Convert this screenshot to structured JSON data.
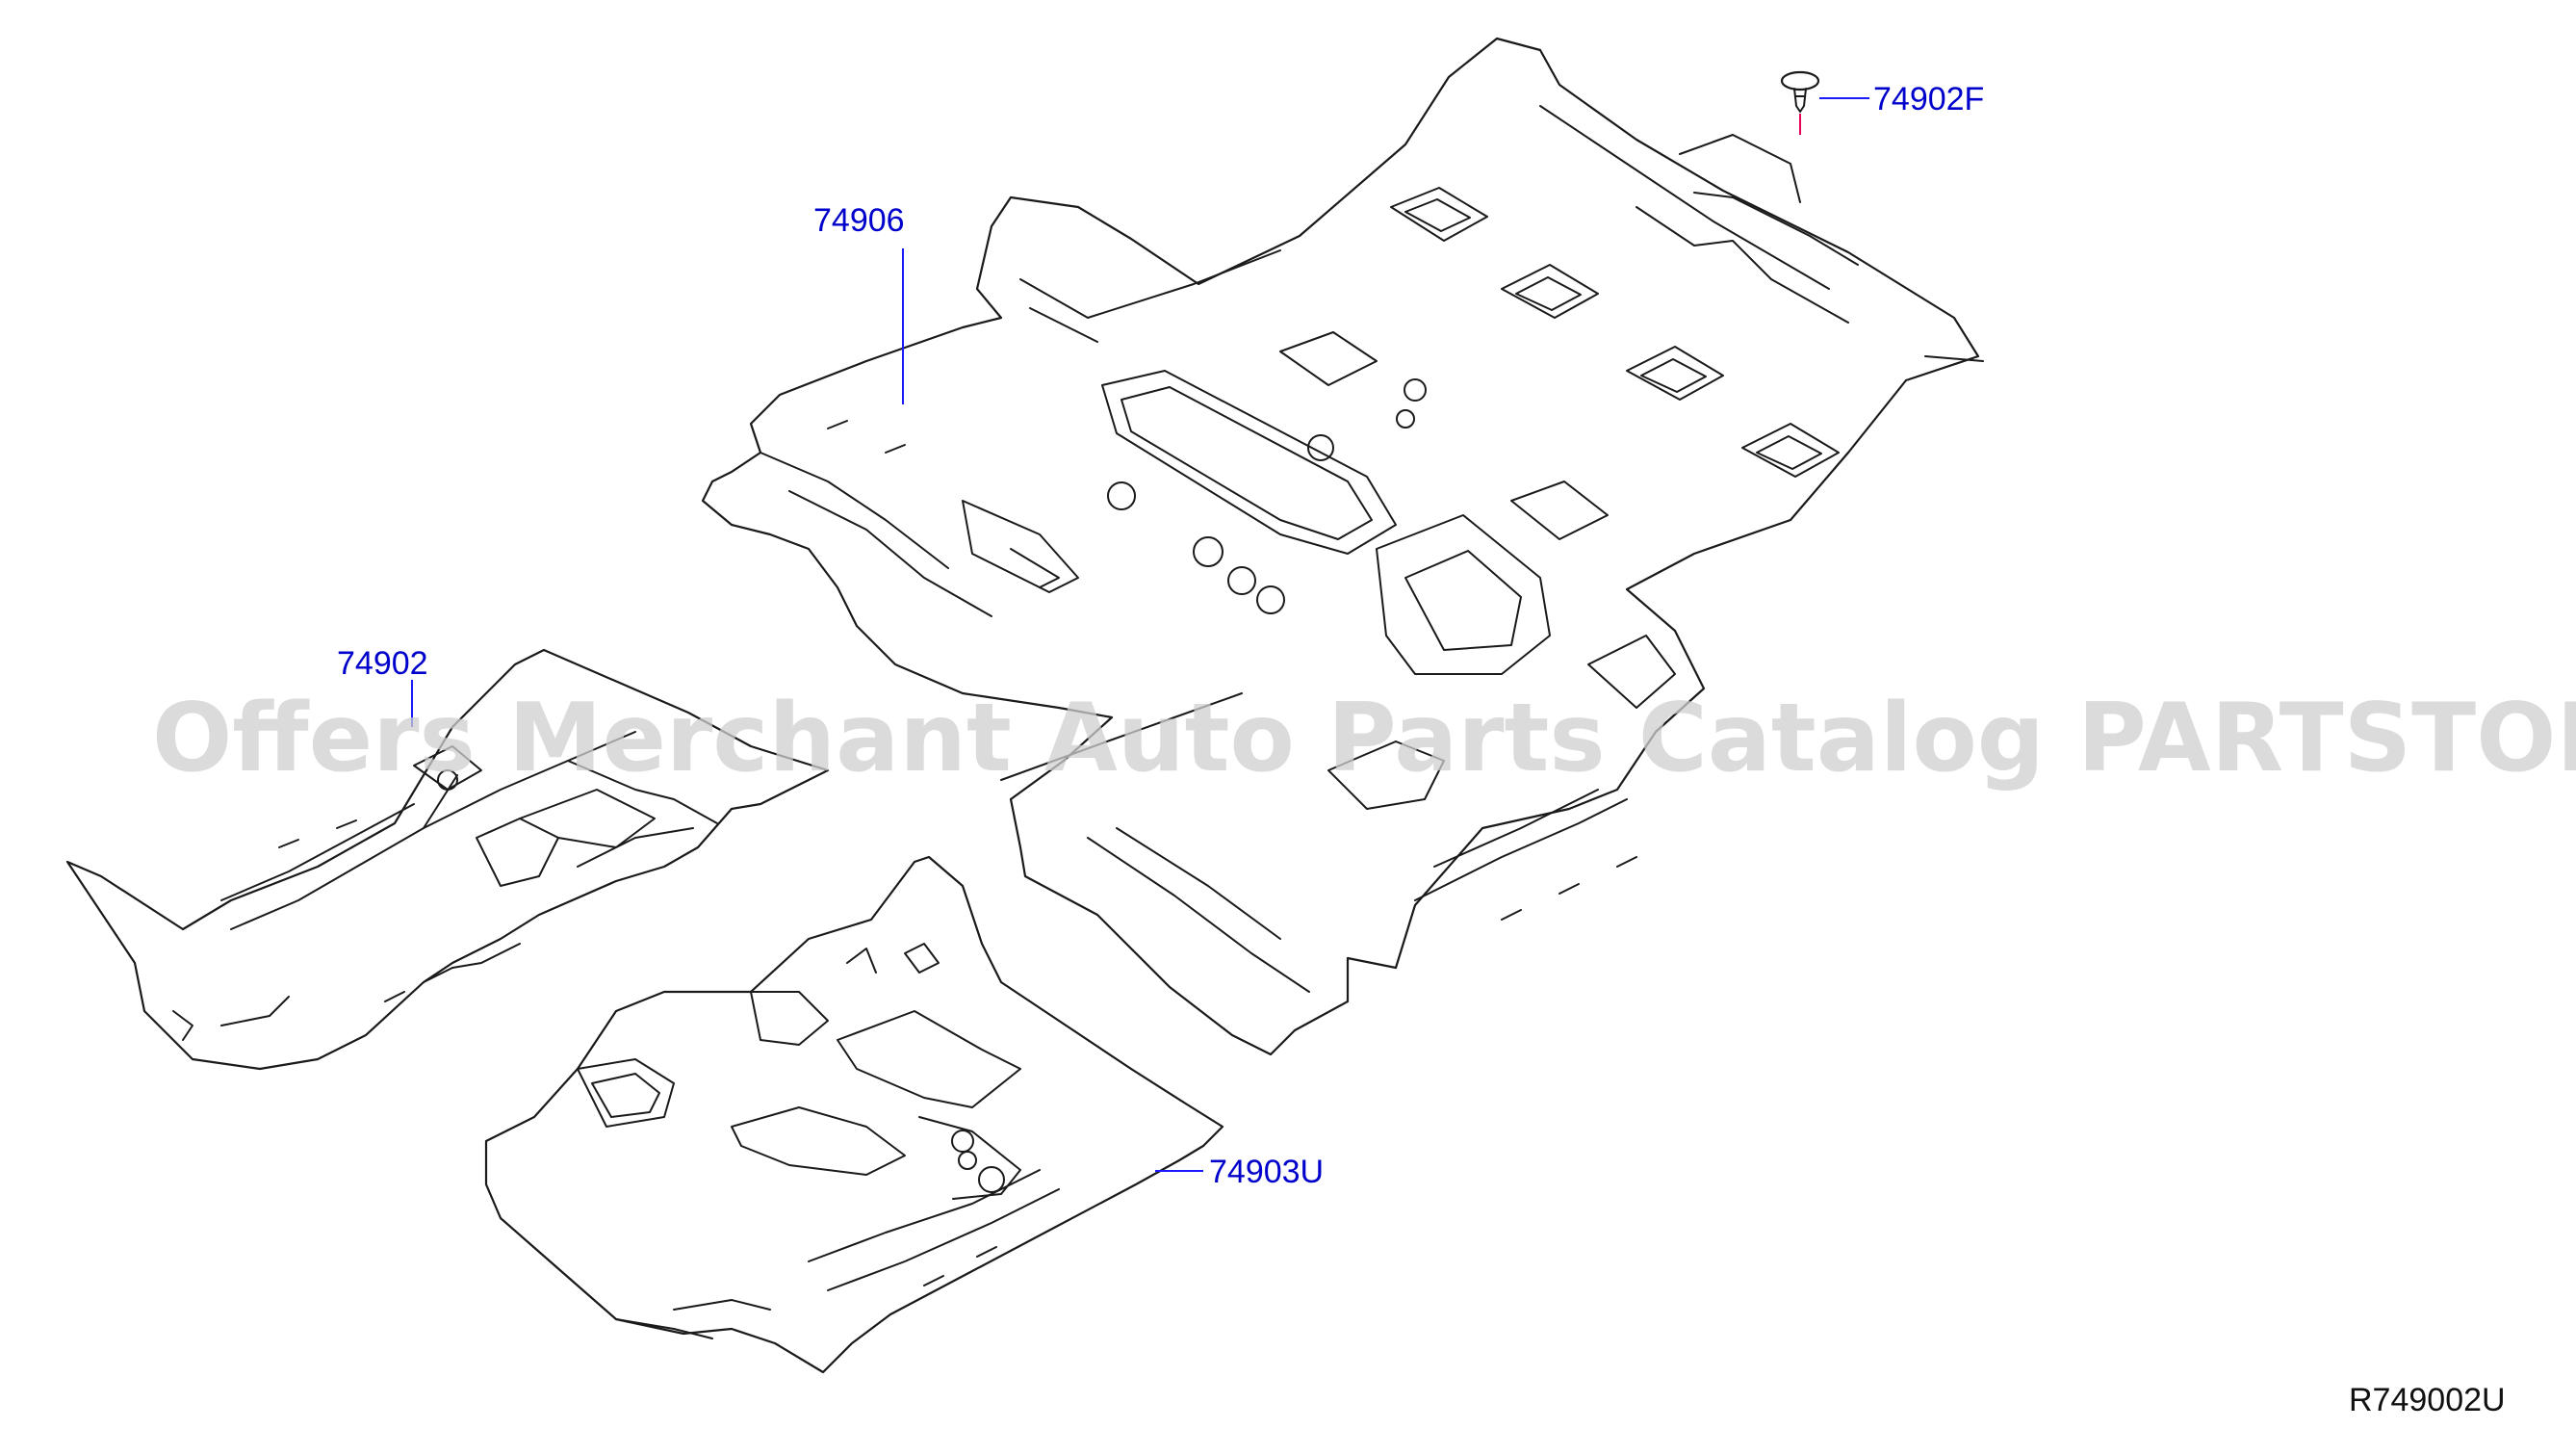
{
  "diagram": {
    "parts": [
      {
        "id": "main_carpet",
        "label": "74906"
      },
      {
        "id": "front_left_carpet",
        "label": "74902"
      },
      {
        "id": "front_right_carpet",
        "label": "74903U"
      },
      {
        "id": "clip",
        "label": "74902F"
      }
    ],
    "reference_code": "R749002U",
    "watermark": "Offers Merchant Auto Parts Catalog PARTSTORE.SA",
    "colors": {
      "callout_text": "#0000cc",
      "leader_line": "#1a1aff",
      "outline": "#1a1a1a",
      "watermark": "#cfcfcf"
    }
  }
}
